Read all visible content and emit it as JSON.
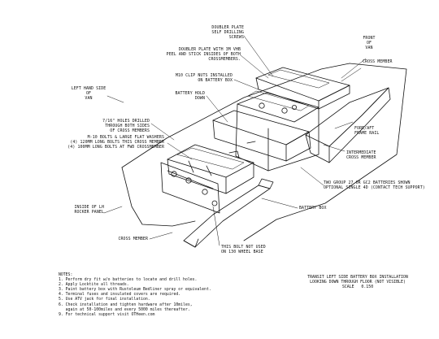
{
  "callouts": {
    "doubler_self_drilling": "DOUBLER PLATE\nSELF DRILLING\nSCREWS",
    "doubler_vhb": "DOUBLER PLATE WITH 3M VHB\nPEEL AND STICK INSIDES OF BOTH\nCROSSMEMBERS.",
    "front_of_van": "FRONT\nOF\nVAN",
    "cross_member_top": "CROSS MEMBER",
    "clip_nuts": "M10 CLIP NUTS INSTALLED\nON BATTERY BOX",
    "left_side_van": "LEFT HAND SIDE\nOF\nVAN",
    "battery_hold_down": "BATTERY HOLD\nDOWN",
    "holes_drilled": "7/16\" HOLES DRILLED\nTHROUGH BOTH SIDES\nOF CROSS MEMBERS",
    "bolts_washers": "M-10 BOLTS & LARGE FLAT WASHERS\n(4) 120MM LONG BOLTS THIS CROSS MEMBER\n(4) 100MM LONG BOLTS AT FWD CROSSMEMBER",
    "fore_aft_rail": "FORE/AFT\nFRAME RAIL",
    "intermediate_cross_member": "INTERMEDIATE\nCROSS MEMBER",
    "two_group_batteries": "TWO GROUP 27 OR GC2 BATTERIES SHOWN\nOPTIONAL SINGLE 4D (CONTACT TECH SUPPORT)",
    "inside_rocker": "INSIDE OF LH\nROCKER PANEL",
    "battery_box": "BATTERY BOX",
    "cross_member_bottom": "CROSS MEMBER",
    "bolt_not_used": "THIS BOLT NOT USED\nON 130 WHEEL BASE"
  },
  "notes": {
    "heading": "NOTES:",
    "items": [
      "1. Perform dry fit w/o batteries to locate and drill holes.",
      "2. Apply Locktite all threads.",
      "3. Paint battery box with Rustoleum Bedliner spray or equivalent.",
      "4. Terminal fuses and insulated covers are required.",
      "5. Use ATV jack for final installation.",
      "6. Check installation and tighten hardware after 10miles,",
      "   again at 50-100miles and every 5000 miles thereafter.",
      "9. For technical support visit OTHeen.com"
    ]
  },
  "title_block": {
    "line1": "TRANSIT LEFT SIDE BATTERY BOX INSTALLATION",
    "line2": "LOOKING DOWN THROUGH FLOOR (NOT VISIBLE)",
    "scale": "SCALE   0.150"
  }
}
